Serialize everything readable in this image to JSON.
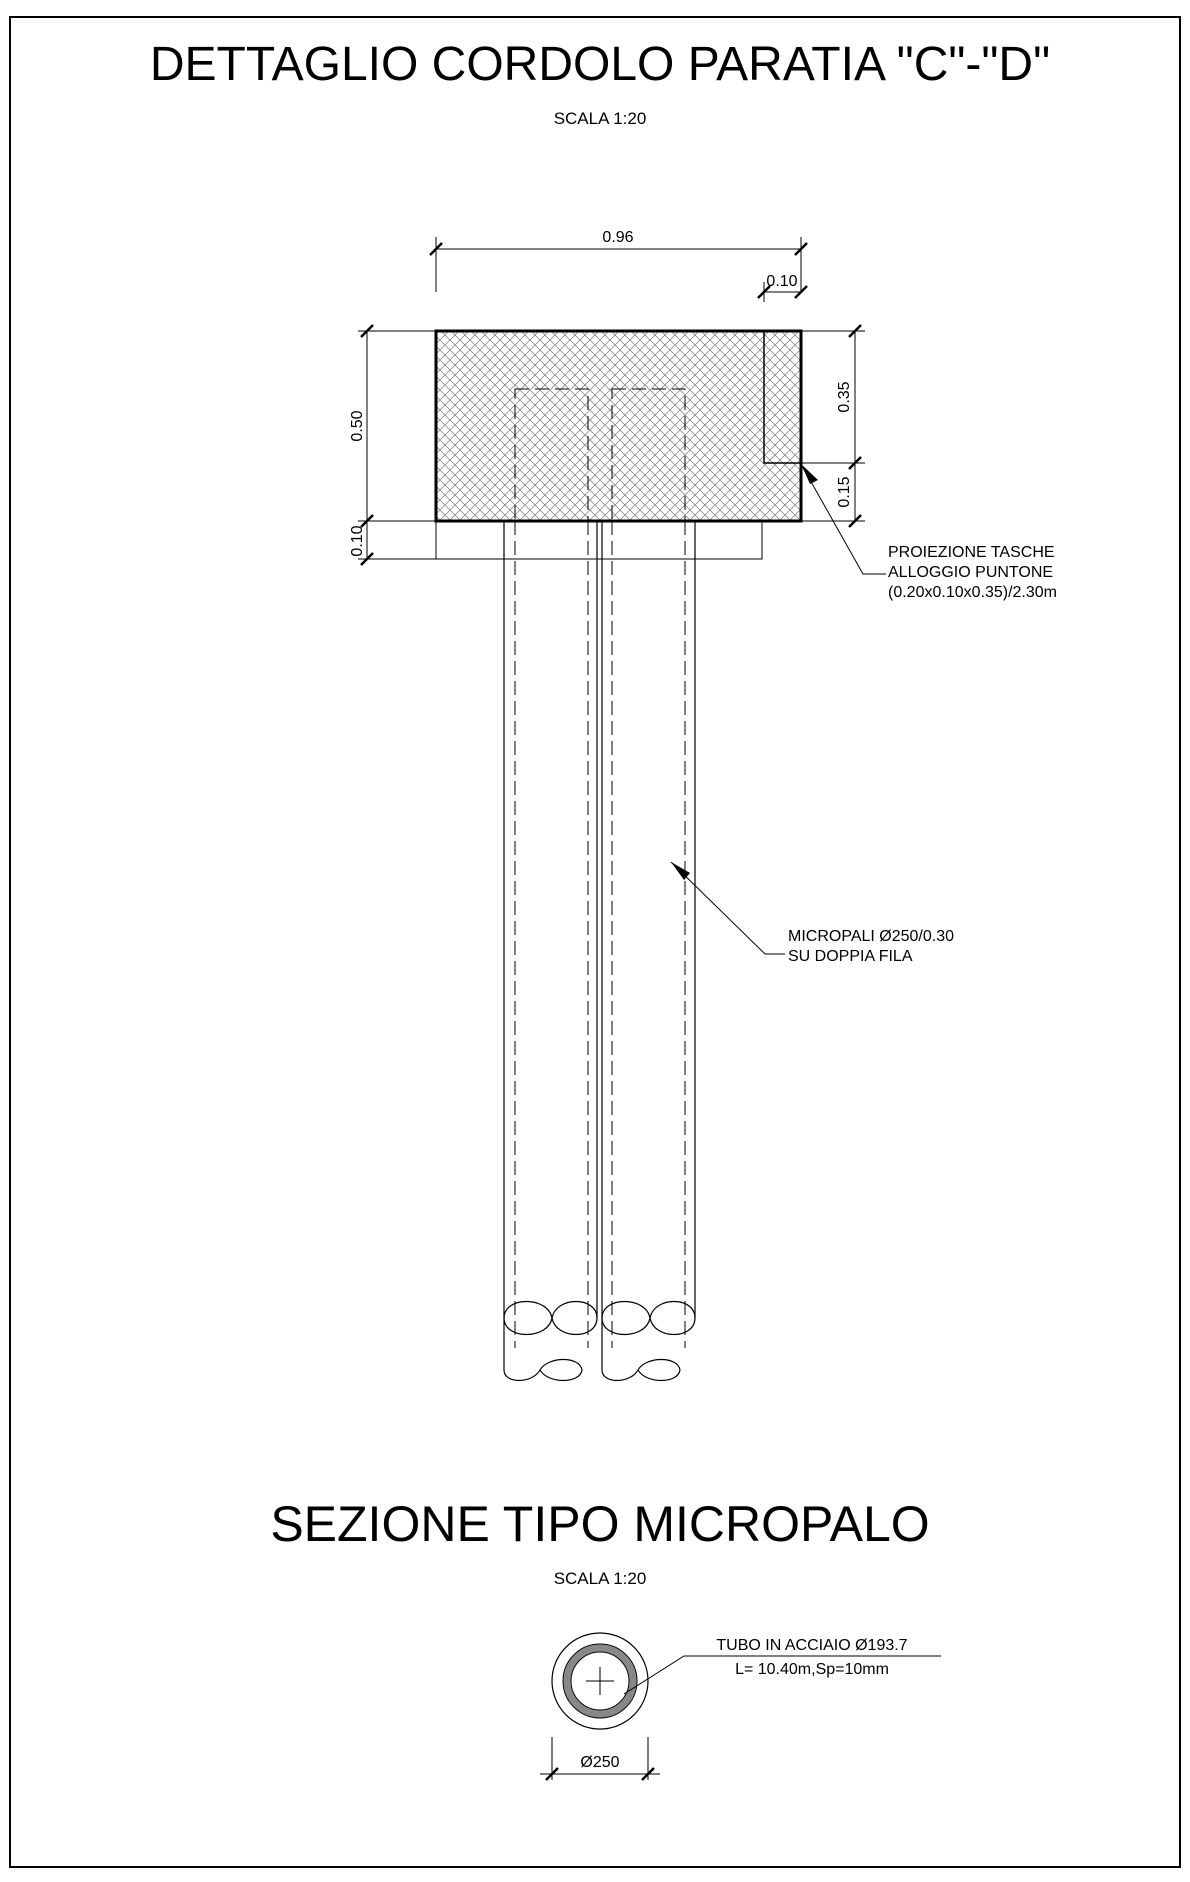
{
  "title": "DETTAGLIO CORDOLO PARATIA \"C\"-\"D\"",
  "title_scale": "SCALA 1:20",
  "dimensions": {
    "width_total": "0.96",
    "width_pocket": "0.10",
    "height_total": "0.50",
    "height_lean": "0.10",
    "height_upper": "0.35",
    "height_lower": "0.15"
  },
  "note_pocket": {
    "line1": "PROIEZIONE TASCHE",
    "line2": "ALLOGGIO PUNTONE",
    "line3": "(0.20x0.10x0.35)/2.30m"
  },
  "note_piles": {
    "line1": "MICROPALI Ø250/0.30",
    "line2": "SU DOPPIA FILA"
  },
  "section_title": "SEZIONE TIPO MICROPALO",
  "section_scale": "SCALA 1:20",
  "note_tube": {
    "line1": "TUBO IN ACCIAIO Ø193.7",
    "line2": "L= 10.40m,Sp=10mm"
  },
  "diameter_label": "Ø250"
}
